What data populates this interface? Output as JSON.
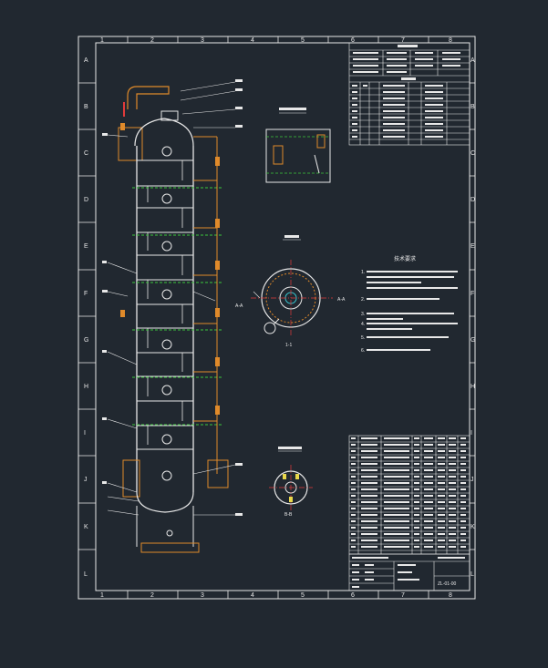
{
  "drawing": {
    "column_labels": [
      "1",
      "2",
      "3",
      "4",
      "5",
      "6",
      "7",
      "8"
    ],
    "row_labels": [
      "A",
      "B",
      "C",
      "D",
      "E",
      "F",
      "G",
      "H",
      "I",
      "J",
      "K",
      "L"
    ],
    "colors": {
      "background": "#212830",
      "line": "#e8e8e8",
      "orange": "#e08a2a",
      "green": "#3cc83c",
      "red": "#e23b3b",
      "cyan": "#39c6d0",
      "yellow": "#e8d84a"
    }
  },
  "views": {
    "section_label": "1-1",
    "view_a_labels": [
      "A-A",
      "A-A"
    ],
    "view_b_label": "B-B"
  },
  "notes": {
    "title": "技术要求",
    "lines": [
      "1.",
      "2.",
      "3.",
      "4.",
      "5.",
      "6."
    ]
  },
  "title_block": {
    "drawing_no": "ZL-01-00"
  }
}
